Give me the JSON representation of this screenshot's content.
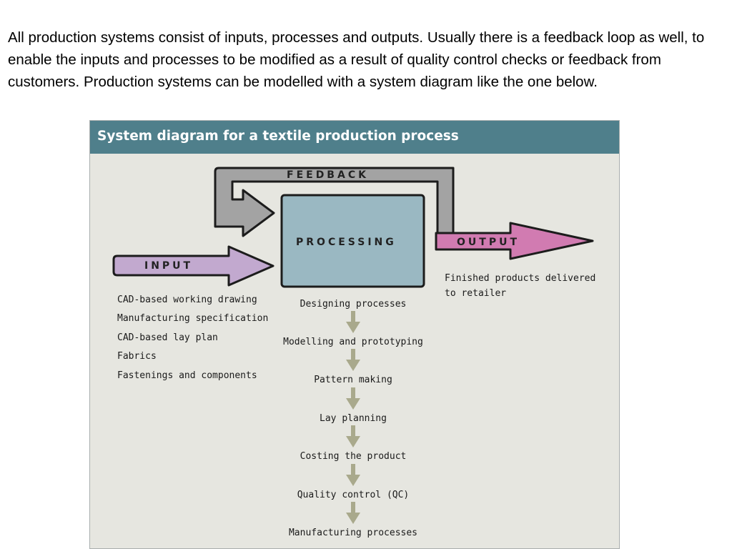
{
  "intro_text": "All production systems consist of inputs, processes and outputs. Usually there is a feedback loop as well, to enable the inputs and processes to be modified as a result of quality control checks or feedback from customers. Production systems can be modelled with a system diagram like the one below.",
  "diagram": {
    "title": "System diagram for a textile production process",
    "feedback_label": "FEEDBACK",
    "processing_label": "PROCESSING",
    "input_label": "INPUT",
    "output_label": "OUTPUT",
    "inputs": [
      "CAD-based working drawing",
      "Manufacturing specification",
      "CAD-based lay plan",
      "Fabrics",
      "Fastenings and components"
    ],
    "output_lines": [
      "Finished products delivered",
      "to retailer"
    ],
    "process_steps": [
      "Designing processes",
      "Modelling and prototyping",
      "Pattern making",
      "Lay planning",
      "Costing the product",
      "Quality control (QC)",
      "Manufacturing processes"
    ],
    "colors": {
      "header": "#4f7f8b",
      "panel": "#e6e6e0",
      "feedback": "#a3a3a3",
      "processing": "#9ab8c2",
      "input": "#c2a9cf",
      "output": "#d17bb1",
      "step_arrow": "#a9a98c"
    }
  }
}
